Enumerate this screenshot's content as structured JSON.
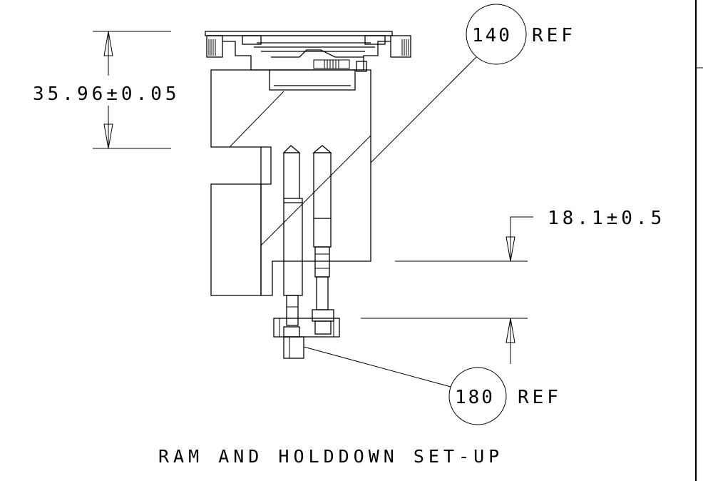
{
  "title": "RAM AND HOLDDOWN SET-UP",
  "dimensions": {
    "vertical_top": "35.96±0.05",
    "vertical_right": "18.1±0.5"
  },
  "balloons": [
    {
      "number": "140",
      "suffix": "REF"
    },
    {
      "number": "180",
      "suffix": "REF"
    }
  ]
}
